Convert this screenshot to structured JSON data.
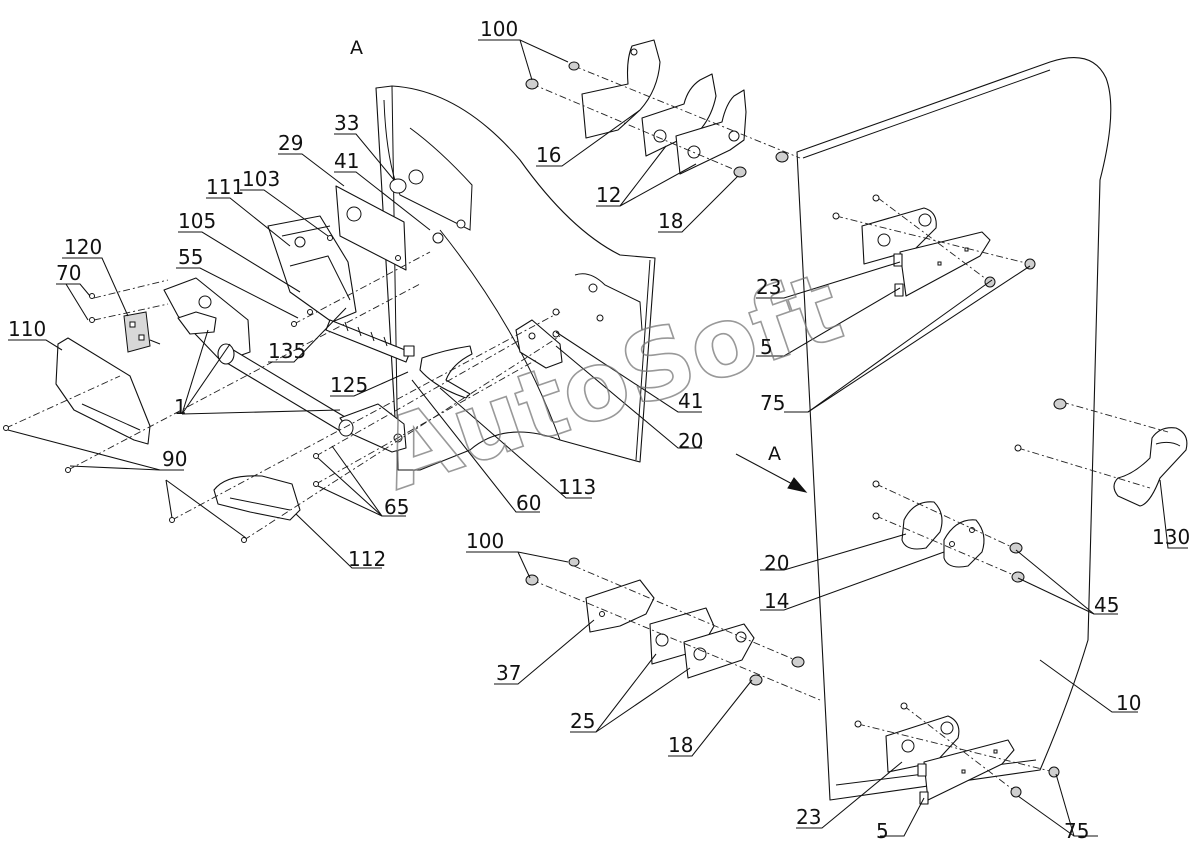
{
  "diagram": {
    "view_labels": [
      "A",
      "A"
    ],
    "watermark": "AutoSoft",
    "callouts": [
      {
        "id": "c100a",
        "text": "100"
      },
      {
        "id": "c16",
        "text": "16"
      },
      {
        "id": "c12",
        "text": "12"
      },
      {
        "id": "c18a",
        "text": "18"
      },
      {
        "id": "c33",
        "text": "33"
      },
      {
        "id": "c29",
        "text": "29"
      },
      {
        "id": "c41a",
        "text": "41"
      },
      {
        "id": "c111",
        "text": "111"
      },
      {
        "id": "c103",
        "text": "103"
      },
      {
        "id": "c105",
        "text": "105"
      },
      {
        "id": "c120",
        "text": "120"
      },
      {
        "id": "c55",
        "text": "55"
      },
      {
        "id": "c70",
        "text": "70"
      },
      {
        "id": "c110",
        "text": "110"
      },
      {
        "id": "c135",
        "text": "135"
      },
      {
        "id": "c125",
        "text": "125"
      },
      {
        "id": "c1",
        "text": "1"
      },
      {
        "id": "c90",
        "text": "90"
      },
      {
        "id": "c65",
        "text": "65"
      },
      {
        "id": "c112",
        "text": "112"
      },
      {
        "id": "c60",
        "text": "60"
      },
      {
        "id": "c113",
        "text": "113"
      },
      {
        "id": "c41b",
        "text": "41"
      },
      {
        "id": "c20a",
        "text": "20"
      },
      {
        "id": "c23a",
        "text": "23"
      },
      {
        "id": "c5a",
        "text": "5"
      },
      {
        "id": "c75a",
        "text": "75"
      },
      {
        "id": "c130",
        "text": "130"
      },
      {
        "id": "c20b",
        "text": "20"
      },
      {
        "id": "c14",
        "text": "14"
      },
      {
        "id": "c45",
        "text": "45"
      },
      {
        "id": "c100b",
        "text": "100"
      },
      {
        "id": "c37",
        "text": "37"
      },
      {
        "id": "c25",
        "text": "25"
      },
      {
        "id": "c18b",
        "text": "18"
      },
      {
        "id": "c10",
        "text": "10"
      },
      {
        "id": "c23b",
        "text": "23"
      },
      {
        "id": "c5b",
        "text": "5"
      },
      {
        "id": "c75b",
        "text": "75"
      }
    ]
  }
}
